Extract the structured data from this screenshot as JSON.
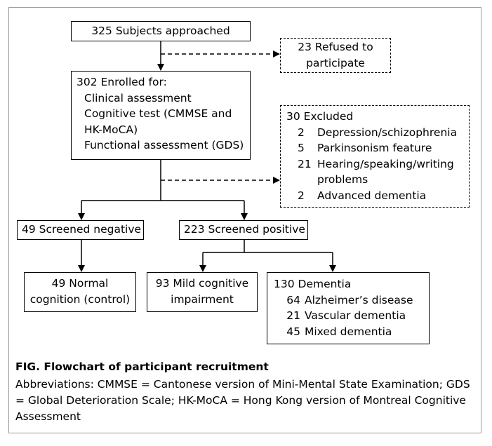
{
  "nodes": {
    "approached": "325 Subjects approached",
    "refused_l1": "23 Refused to",
    "refused_l2": "participate",
    "enrolled": [
      "302 Enrolled for:",
      "Clinical assessment",
      "Cognitive test (CMMSE and",
      "HK-MoCA)",
      "Functional assessment (GDS)"
    ],
    "excluded": {
      "title": "30 Excluded",
      "items": [
        {
          "n": "2",
          "label": "Depression/schizophrenia"
        },
        {
          "n": "5",
          "label": "Parkinsonism feature"
        },
        {
          "n": "21",
          "label": "Hearing/speaking/writing",
          "label2": "problems"
        },
        {
          "n": "2",
          "label": "Advanced dementia"
        }
      ]
    },
    "neg": "49 Screened negative",
    "pos": "223 Screened positive",
    "normal_l1": "49 Normal",
    "normal_l2": "cognition (control)",
    "mci_l1": "93 Mild cognitive",
    "mci_l2": "impairment",
    "dementia": {
      "title": "130 Dementia",
      "items": [
        {
          "n": "64",
          "label": "Alzheimer’s disease"
        },
        {
          "n": "21",
          "label": "Vascular dementia"
        },
        {
          "n": "45",
          "label": "Mixed dementia"
        }
      ]
    }
  },
  "caption": {
    "title": "FIG.  Flowchart of participant recruitment",
    "abbr": "Abbreviations: CMMSE = Cantonese version of Mini-Mental State Examination; GDS = Global Deterioration Scale; HK-MoCA = Hong Kong version of Montreal Cognitive Assessment"
  }
}
